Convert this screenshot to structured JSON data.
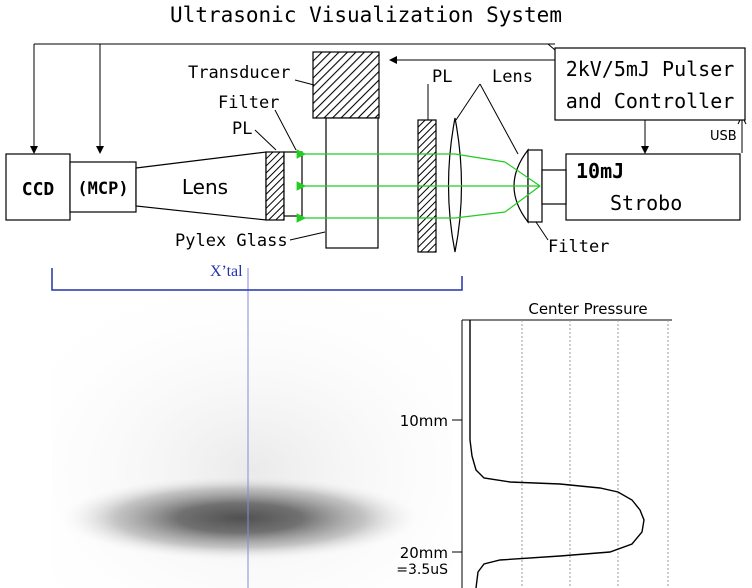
{
  "title": "Ultrasonic Visualization System",
  "labels": {
    "ccd": "CCD",
    "mcp": "(MCP)",
    "lens_left": "Lens",
    "transducer": "Transducer",
    "filter_top": "Filter",
    "pl_left": "PL",
    "pl_mid": "PL",
    "lens_top": "Lens",
    "pulser_line1": "2kV/5mJ Pulser",
    "pulser_line2": "and Controller",
    "usb": "USB",
    "strobo_line1": "10mJ",
    "strobo_line2": "Strobo",
    "filter_bottom": "Filter",
    "pylex_glass": "Pylex Glass",
    "xtal": "X’tal",
    "center_pressure": "Center Pressure",
    "tick_10mm": "10mm",
    "tick_20mm": "20mm",
    "tick_20mm_sub": "=3.5uS"
  },
  "colors": {
    "ray": "#22cc22",
    "bracket": "#2233aa",
    "xtal_text": "#2233aa",
    "crystal_line": "#8888dd",
    "line": "#000000"
  }
}
